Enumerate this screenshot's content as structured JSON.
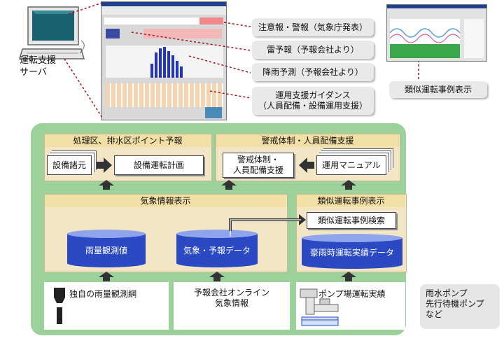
{
  "server_label": "運転支援\nサーバ",
  "callouts": {
    "warnings": "注意報・警報（気象庁発表）",
    "lightning": "雷予報（予報会社より）",
    "rainfall": "降雨予測（予報会社より）",
    "guidance": "運用支援ガイダンス\n（人員配備・設備運用支援）",
    "similar": "類似運転事例表示"
  },
  "sections": {
    "point_forecast": "処理区、排水区ポイント予報",
    "alert_support": "警戒体制・人員配備支援",
    "weather_display": "気象情報表示",
    "similar_display": "類似運転事例表示"
  },
  "boxes": {
    "facility_specs": "設備諸元",
    "facility_plan": "設備運転計画",
    "alert_staffing": "警戒体制・\n人員配備支援",
    "manual": "運用マニュアル",
    "case_search": "類似運転事例検索"
  },
  "databases": {
    "rain_obs": "雨量観測値",
    "weather_forecast": "気象・予報データ",
    "heavy_rain_ops": "豪雨時運転実績データ"
  },
  "sources": {
    "rain_network": "独自の雨量観測網",
    "forecast_online": "予報会社オンライン\n気象情報",
    "pump_ops": "ポンプ場運転実績"
  },
  "side_note": "雨水ポンプ\n先行待機ポンプ\nなど",
  "colors": {
    "green_panel": "#9cd19b",
    "db_blue": "#2a49c2",
    "tan": "#f3e6c6"
  }
}
